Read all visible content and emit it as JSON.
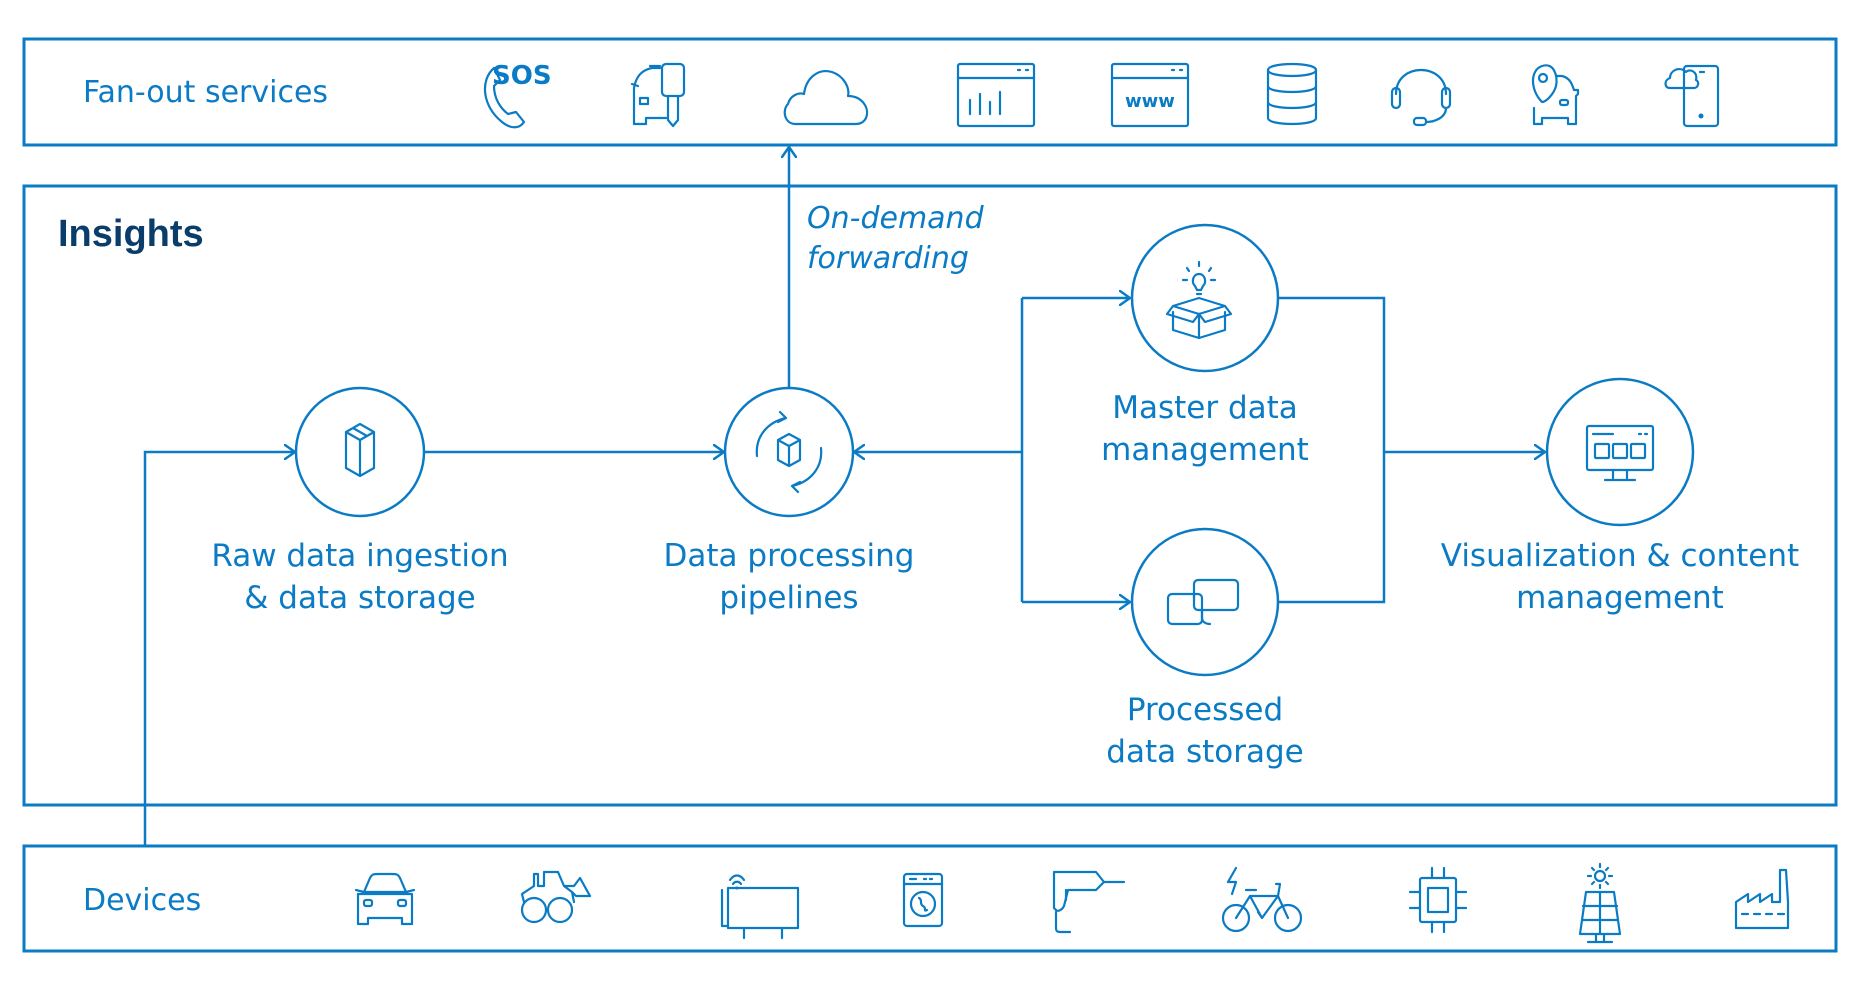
{
  "colors": {
    "primary": "#0a7bc4",
    "title": "#0b3d6b",
    "background": "#ffffff"
  },
  "fanout": {
    "label": "Fan-out services",
    "icons": [
      {
        "name": "sos-call-icon",
        "text": "SOS"
      },
      {
        "name": "car-key-icon"
      },
      {
        "name": "cloud-icon"
      },
      {
        "name": "dashboard-chart-icon"
      },
      {
        "name": "web-browser-icon",
        "text": "www"
      },
      {
        "name": "database-icon"
      },
      {
        "name": "headset-icon"
      },
      {
        "name": "car-location-icon"
      },
      {
        "name": "cloud-phone-icon"
      }
    ]
  },
  "insights": {
    "title": "Insights",
    "forwarding_line1": "On-demand",
    "forwarding_line2": "forwarding",
    "nodes": {
      "raw": {
        "line1": "Raw data ingestion",
        "line2": "& data storage",
        "icon": "box-icon"
      },
      "processing": {
        "line1": "Data processing",
        "line2": "pipelines",
        "icon": "box-cycle-icon"
      },
      "master": {
        "line1": "Master data",
        "line2": "management",
        "icon": "open-box-idea-icon"
      },
      "processed": {
        "line1": "Processed",
        "line2": "data storage",
        "icon": "linked-storage-icon"
      },
      "visualization": {
        "line1": "Visualization & content",
        "line2": "management",
        "icon": "monitor-dashboard-icon"
      }
    }
  },
  "devices": {
    "label": "Devices",
    "icons": [
      {
        "name": "car-icon"
      },
      {
        "name": "tractor-loader-icon"
      },
      {
        "name": "connected-appliance-icon"
      },
      {
        "name": "washing-machine-icon"
      },
      {
        "name": "power-drill-icon"
      },
      {
        "name": "e-bike-icon"
      },
      {
        "name": "chip-icon"
      },
      {
        "name": "solar-panel-icon"
      },
      {
        "name": "factory-icon"
      }
    ]
  }
}
